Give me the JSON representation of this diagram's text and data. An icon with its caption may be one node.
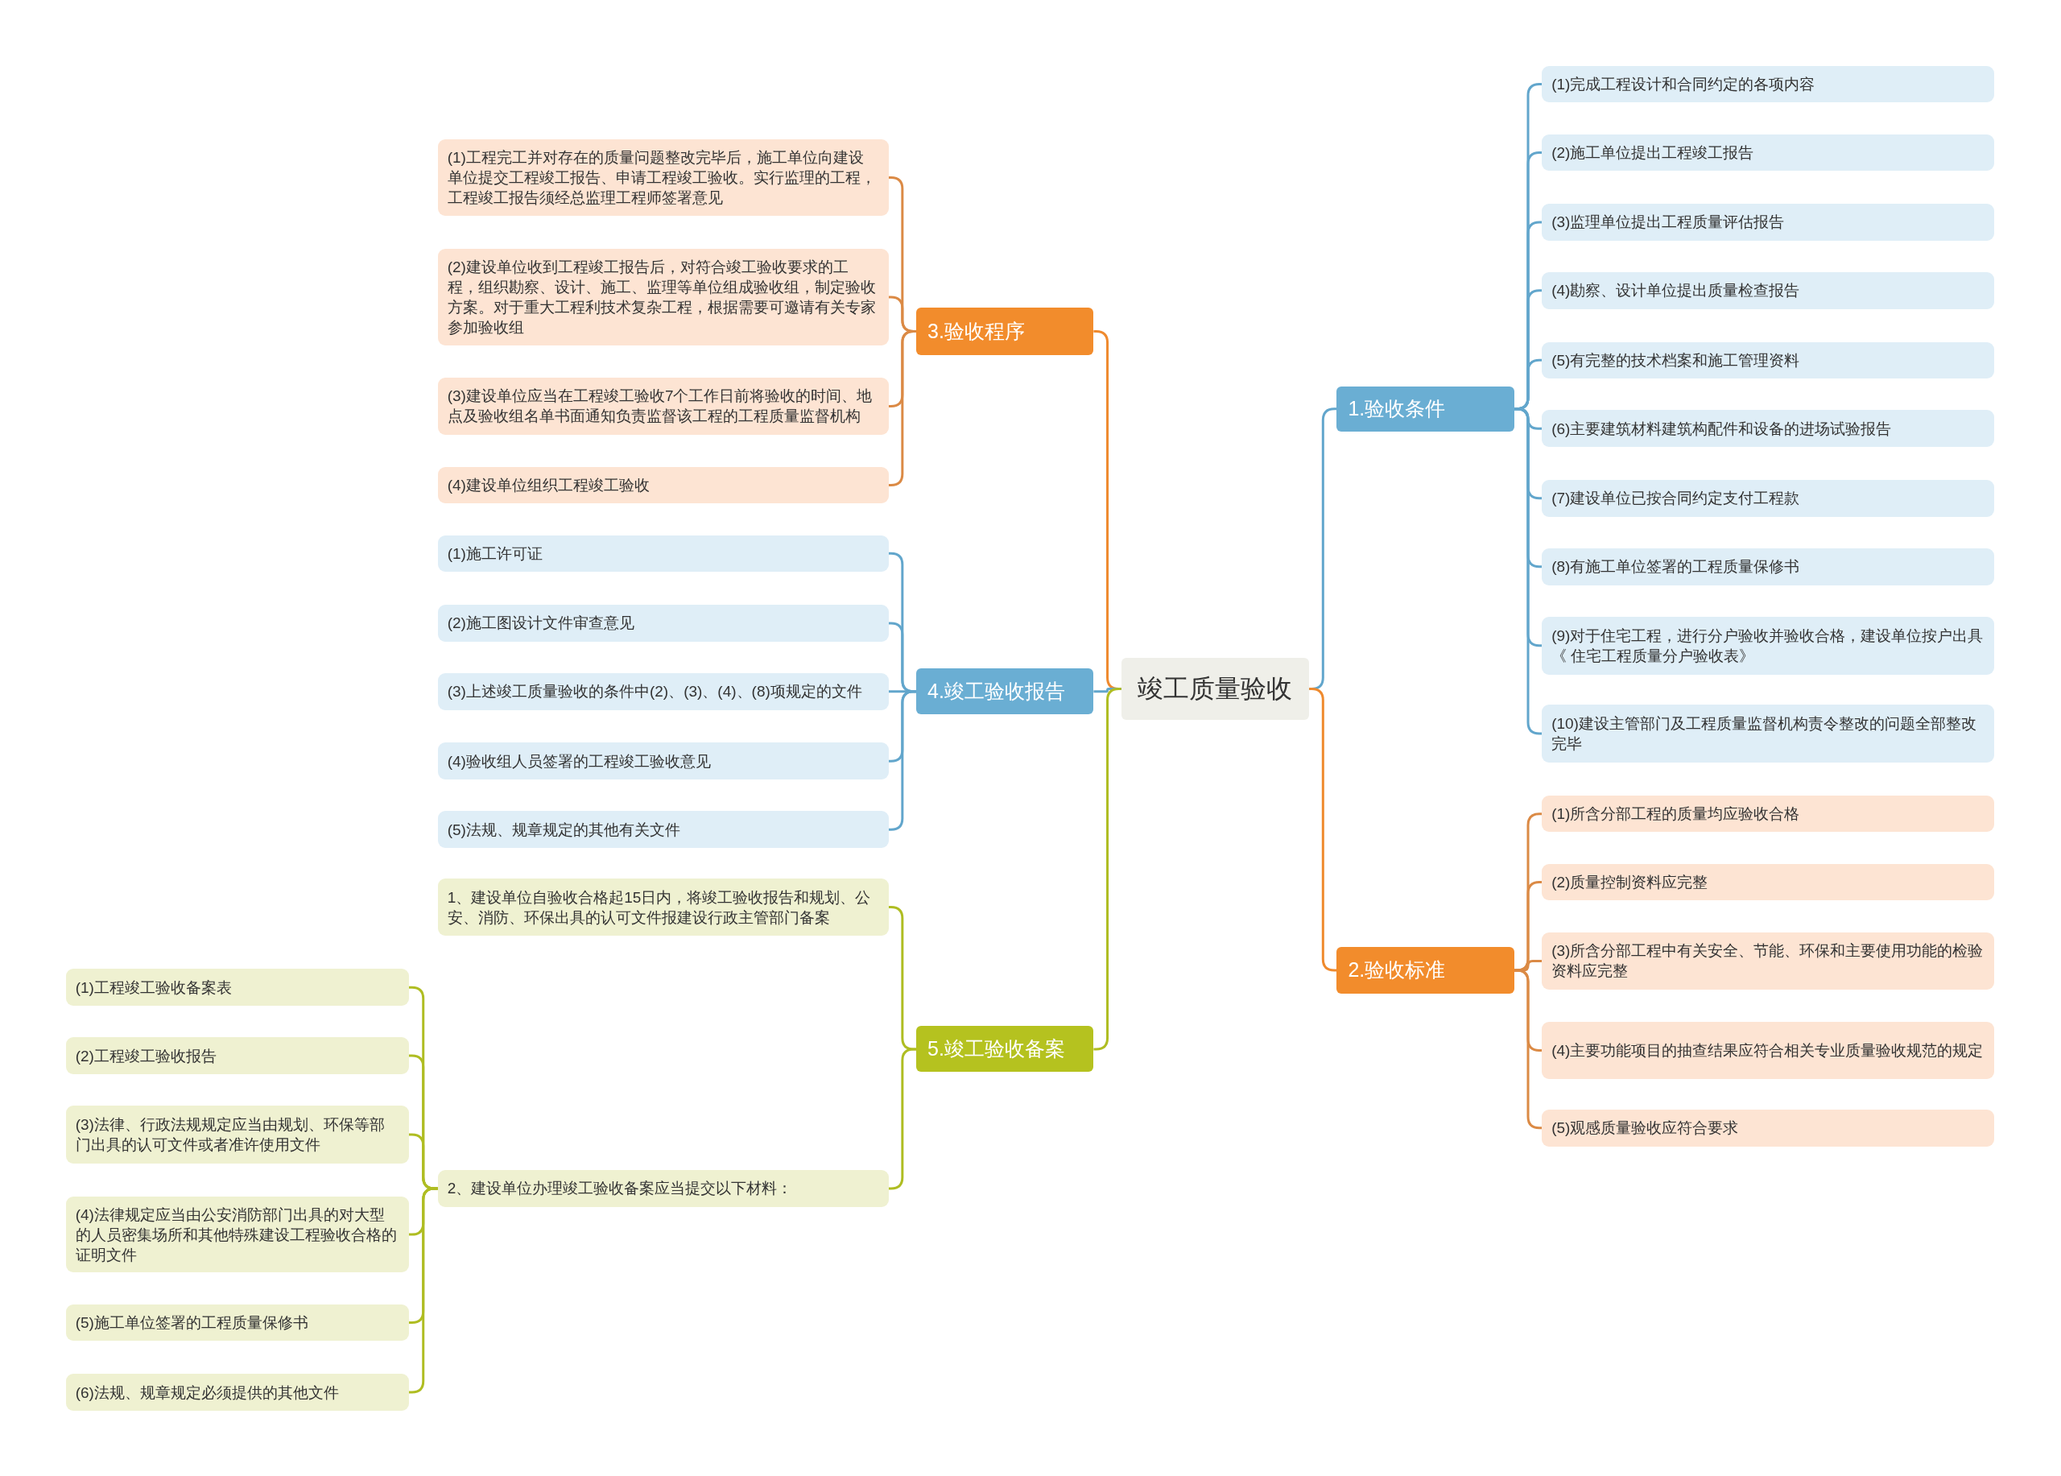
{
  "diagram": {
    "nodes": [
      {
        "text": [
          "竣工质量验收"
        ]
      },
      {
        "text": [
          "1.验收条件"
        ]
      },
      {
        "text": [
          "2.验收标准"
        ]
      },
      {
        "text": [
          "3.验收程序"
        ]
      },
      {
        "text": [
          "4.竣工验收报告"
        ]
      },
      {
        "text": [
          "5.竣工验收备案"
        ]
      },
      {
        "text": [
          "(1)完成工程设计和合同约定的各项内容"
        ]
      },
      {
        "text": [
          "(2)施工单位提出工程竣工报告"
        ]
      },
      {
        "text": [
          "(3)监理单位提出工程质量评估报告"
        ]
      },
      {
        "text": [
          "(4)勘察、设计单位提出质量检查报告"
        ]
      },
      {
        "text": [
          "(5)有完整的技术档案和施工管理资料"
        ]
      },
      {
        "text": [
          "(6)主要建筑材料建筑构配件和设备的进场试验报告"
        ]
      },
      {
        "text": [
          "(7)建设单位已按合同约定支付工程款"
        ]
      },
      {
        "text": [
          "(8)有施工单位签署的工程质量保修书"
        ]
      },
      {
        "text": [
          "(9)对于住宅工程，进行分户验收并验收合格，建设单位按户出具《 住宅工程质量分户验收表》"
        ]
      },
      {
        "text": [
          "(10)建设主管部门及工程质量监督机构责令整改的问题全部整改完毕"
        ]
      },
      {
        "text": [
          "(1)所含分部工程的质量均应验收合格"
        ]
      },
      {
        "text": [
          "(2)质量控制资料应完整"
        ]
      },
      {
        "text": [
          "(3)所含分部工程中有关安全、节能、环保和主要使用功能的检验资料应完整"
        ]
      },
      {
        "text": [
          "(4)主要功能项目的抽查结果应符合相关专业质量验收规范的规定"
        ]
      },
      {
        "text": [
          "(5)观感质量验收应符合要求"
        ]
      },
      {
        "text": [
          "(1)工程完工并对存在的质量问题整改完毕后，施工单位向建设单位提交工程竣工报告、申请工程竣工验收。实行监理的工程，工程竣工报告须经总监理工程师签署意见"
        ]
      },
      {
        "text": [
          "(2)建设单位收到工程竣工报告后，对符合竣工验收要求的工程，组织勘察、设计、施工、监理等单位组成验收组，制定验收方案。对于重大工程利技术复杂工程，根据需要可邀请有关专家参加验收组"
        ]
      },
      {
        "text": [
          "(3)建设单位应当在工程竣工验收7个工作日前将验收的时间、地点及验收组名单书面通知负责监督该工程的工程质量监督机构"
        ]
      },
      {
        "text": [
          "(4)建设单位组织工程竣工验收"
        ]
      },
      {
        "text": [
          "(1)施工许可证"
        ]
      },
      {
        "text": [
          "(2)施工图设计文件审查意见"
        ]
      },
      {
        "text": [
          "(3)上述竣工质量验收的条件中(2)、(3)、(4)、(8)项规定的文件"
        ]
      },
      {
        "text": [
          "(4)验收组人员签署的工程竣工验收意见"
        ]
      },
      {
        "text": [
          "(5)法规、规章规定的其他有关文件"
        ]
      },
      {
        "text": [
          "1、建设单位自验收合格起15日内，将竣工验收报告和规划、公安、消防、环保出具的认可文件报建设行政主管部门备案"
        ]
      },
      {
        "text": [
          "2、建设单位办理竣工验收备案应当提交以下材料："
        ]
      },
      {
        "text": [
          "(1)工程竣工验收备案表"
        ]
      },
      {
        "text": [
          "(2)工程竣工验收报告"
        ]
      },
      {
        "text": [
          "(3)法律、行政法规规定应当由规划、环保等部门出具的认可文件或者准许使用文件"
        ]
      },
      {
        "text": [
          "(4)法律规定应当由公安消防部门出具的对大型的人员密集场所和其他特殊建设工程验收合格的证明文件"
        ]
      },
      {
        "text": [
          "(5)施工单位签署的工程质量保修书"
        ]
      },
      {
        "text": [
          "(6)法规、规章规定必须提供的其他文件"
        ]
      }
    ],
    "edges": [
      {
        "from": 0,
        "to": 1,
        "arrow": "none",
        "color": "#62a6cc"
      },
      {
        "from": 0,
        "to": 2,
        "arrow": "none",
        "color": "#ef8a2e"
      },
      {
        "from": 0,
        "to": 3,
        "arrow": "none",
        "color": "#ef8a2e"
      },
      {
        "from": 0,
        "to": 4,
        "arrow": "none",
        "color": "#62a6cc"
      },
      {
        "from": 0,
        "to": 5,
        "arrow": "none",
        "color": "#afbd22"
      },
      {
        "from": 1,
        "to": 6,
        "arrow": "none",
        "color": "#62a6cc"
      },
      {
        "from": 1,
        "to": 7,
        "arrow": "none",
        "color": "#62a6cc"
      },
      {
        "from": 1,
        "to": 8,
        "arrow": "none",
        "color": "#62a6cc"
      },
      {
        "from": 1,
        "to": 9,
        "arrow": "none",
        "color": "#62a6cc"
      },
      {
        "from": 1,
        "to": 10,
        "arrow": "none",
        "color": "#62a6cc"
      },
      {
        "from": 1,
        "to": 11,
        "arrow": "none",
        "color": "#62a6cc"
      },
      {
        "from": 1,
        "to": 12,
        "arrow": "none",
        "color": "#62a6cc"
      },
      {
        "from": 1,
        "to": 13,
        "arrow": "none",
        "color": "#62a6cc"
      },
      {
        "from": 1,
        "to": 14,
        "arrow": "none",
        "color": "#62a6cc"
      },
      {
        "from": 1,
        "to": 15,
        "arrow": "none",
        "color": "#62a6cc"
      },
      {
        "from": 2,
        "to": 16,
        "arrow": "none",
        "color": "#db8a45"
      },
      {
        "from": 2,
        "to": 17,
        "arrow": "none",
        "color": "#db8a45"
      },
      {
        "from": 2,
        "to": 18,
        "arrow": "none",
        "color": "#db8a45"
      },
      {
        "from": 2,
        "to": 19,
        "arrow": "none",
        "color": "#db8a45"
      },
      {
        "from": 2,
        "to": 20,
        "arrow": "none",
        "color": "#db8a45"
      },
      {
        "from": 3,
        "to": 21,
        "arrow": "none",
        "color": "#db8a45"
      },
      {
        "from": 3,
        "to": 22,
        "arrow": "none",
        "color": "#db8a45"
      },
      {
        "from": 3,
        "to": 23,
        "arrow": "none",
        "color": "#db8a45"
      },
      {
        "from": 3,
        "to": 24,
        "arrow": "none",
        "color": "#db8a45"
      },
      {
        "from": 4,
        "to": 25,
        "arrow": "none",
        "color": "#62a6cc"
      },
      {
        "from": 4,
        "to": 26,
        "arrow": "none",
        "color": "#62a6cc"
      },
      {
        "from": 4,
        "to": 27,
        "arrow": "none",
        "color": "#62a6cc"
      },
      {
        "from": 4,
        "to": 28,
        "arrow": "none",
        "color": "#62a6cc"
      },
      {
        "from": 4,
        "to": 29,
        "arrow": "none",
        "color": "#62a6cc"
      },
      {
        "from": 5,
        "to": 30,
        "arrow": "none",
        "color": "#afbd22"
      },
      {
        "from": 5,
        "to": 31,
        "arrow": "none",
        "color": "#afbd22"
      },
      {
        "from": 31,
        "to": 32,
        "arrow": "none",
        "color": "#afbd22"
      },
      {
        "from": 31,
        "to": 33,
        "arrow": "none",
        "color": "#afbd22"
      },
      {
        "from": 31,
        "to": 34,
        "arrow": "none",
        "color": "#afbd22"
      },
      {
        "from": 31,
        "to": 35,
        "arrow": "none",
        "color": "#afbd22"
      },
      {
        "from": 31,
        "to": 36,
        "arrow": "none",
        "color": "#afbd22"
      },
      {
        "from": 31,
        "to": 37,
        "arrow": "none",
        "color": "#afbd22"
      }
    ]
  }
}
